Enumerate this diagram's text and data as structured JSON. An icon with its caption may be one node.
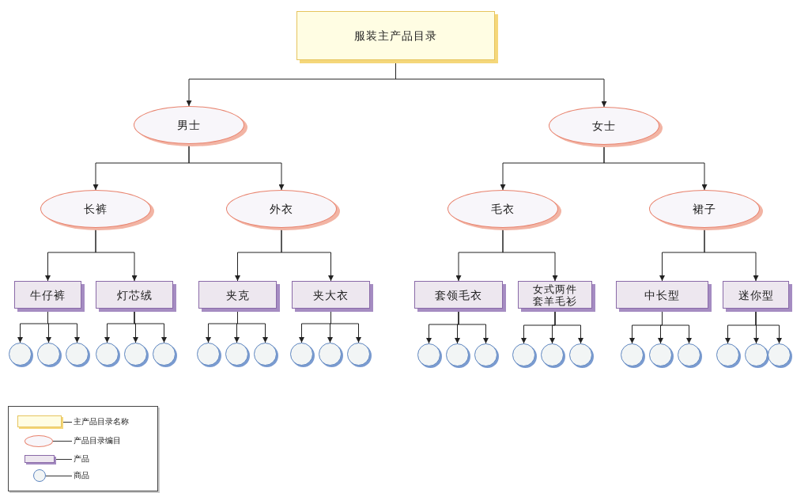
{
  "diagram": {
    "nodes": [
      {
        "text": [
          "服装主产品目录"
        ]
      },
      {
        "text": [
          "男士"
        ]
      },
      {
        "text": [
          "女士"
        ]
      },
      {
        "text": [
          "长裤"
        ]
      },
      {
        "text": [
          "外衣"
        ]
      },
      {
        "text": [
          "毛衣"
        ]
      },
      {
        "text": [
          "裙子"
        ]
      },
      {
        "text": [
          "牛仔裤"
        ]
      },
      {
        "text": [
          "灯芯绒"
        ]
      },
      {
        "text": [
          "夹克"
        ]
      },
      {
        "text": [
          "夹大衣"
        ]
      },
      {
        "text": [
          "套领毛衣"
        ]
      },
      {
        "text": [
          "女式两件套羊毛衫"
        ]
      },
      {
        "text": [
          "中长型"
        ]
      },
      {
        "text": [
          "迷你型"
        ]
      },
      {
        "text": [],
        "shape": "circle"
      },
      {
        "text": [],
        "shape": "circle"
      },
      {
        "text": [],
        "shape": "circle"
      },
      {
        "text": [],
        "shape": "circle"
      },
      {
        "text": [],
        "shape": "circle"
      },
      {
        "text": [],
        "shape": "circle"
      },
      {
        "text": [],
        "shape": "circle"
      },
      {
        "text": [],
        "shape": "circle"
      },
      {
        "text": [],
        "shape": "circle"
      },
      {
        "text": [],
        "shape": "circle"
      },
      {
        "text": [],
        "shape": "circle"
      },
      {
        "text": [],
        "shape": "circle"
      },
      {
        "text": [],
        "shape": "circle"
      },
      {
        "text": [],
        "shape": "circle"
      },
      {
        "text": [],
        "shape": "circle"
      },
      {
        "text": [],
        "shape": "circle"
      },
      {
        "text": [],
        "shape": "circle"
      },
      {
        "text": [],
        "shape": "circle"
      },
      {
        "text": [],
        "shape": "circle"
      },
      {
        "text": [],
        "shape": "circle"
      },
      {
        "text": [],
        "shape": "circle"
      },
      {
        "text": [],
        "shape": "circle"
      },
      {
        "text": [],
        "shape": "circle"
      },
      {
        "text": [],
        "shape": "circle"
      }
    ],
    "edges": [
      {
        "from": 0,
        "to": 1,
        "arrow": "to"
      },
      {
        "from": 0,
        "to": 2,
        "arrow": "to"
      },
      {
        "from": 1,
        "to": 3,
        "arrow": "to"
      },
      {
        "from": 1,
        "to": 4,
        "arrow": "to"
      },
      {
        "from": 2,
        "to": 5,
        "arrow": "to"
      },
      {
        "from": 2,
        "to": 6,
        "arrow": "to"
      },
      {
        "from": 3,
        "to": 7,
        "arrow": "to"
      },
      {
        "from": 3,
        "to": 8,
        "arrow": "to"
      },
      {
        "from": 4,
        "to": 9,
        "arrow": "to"
      },
      {
        "from": 4,
        "to": 10,
        "arrow": "to"
      },
      {
        "from": 5,
        "to": 11,
        "arrow": "to"
      },
      {
        "from": 5,
        "to": 12,
        "arrow": "to"
      },
      {
        "from": 6,
        "to": 13,
        "arrow": "to"
      },
      {
        "from": 6,
        "to": 14,
        "arrow": "to"
      },
      {
        "from": 7,
        "to": 15,
        "arrow": "to"
      },
      {
        "from": 7,
        "to": 16,
        "arrow": "to"
      },
      {
        "from": 7,
        "to": 17,
        "arrow": "to"
      },
      {
        "from": 8,
        "to": 18,
        "arrow": "to"
      },
      {
        "from": 8,
        "to": 19,
        "arrow": "to"
      },
      {
        "from": 8,
        "to": 20,
        "arrow": "to"
      },
      {
        "from": 9,
        "to": 21,
        "arrow": "to"
      },
      {
        "from": 9,
        "to": 22,
        "arrow": "to"
      },
      {
        "from": 9,
        "to": 23,
        "arrow": "to"
      },
      {
        "from": 10,
        "to": 24,
        "arrow": "to"
      },
      {
        "from": 10,
        "to": 25,
        "arrow": "to"
      },
      {
        "from": 10,
        "to": 26,
        "arrow": "to"
      },
      {
        "from": 11,
        "to": 27,
        "arrow": "to"
      },
      {
        "from": 11,
        "to": 28,
        "arrow": "to"
      },
      {
        "from": 11,
        "to": 29,
        "arrow": "to"
      },
      {
        "from": 12,
        "to": 30,
        "arrow": "to"
      },
      {
        "from": 12,
        "to": 31,
        "arrow": "to"
      },
      {
        "from": 12,
        "to": 32,
        "arrow": "to"
      },
      {
        "from": 13,
        "to": 33,
        "arrow": "to"
      },
      {
        "from": 13,
        "to": 34,
        "arrow": "to"
      },
      {
        "from": 13,
        "to": 35,
        "arrow": "to"
      },
      {
        "from": 14,
        "to": 36,
        "arrow": "to"
      },
      {
        "from": 14,
        "to": 37,
        "arrow": "to"
      },
      {
        "from": 14,
        "to": 38,
        "arrow": "to"
      }
    ],
    "legend": [
      {
        "text": "主产品目录名称"
      },
      {
        "text": "产品目录编目"
      },
      {
        "text": "产品"
      },
      {
        "text": "商品"
      }
    ]
  }
}
